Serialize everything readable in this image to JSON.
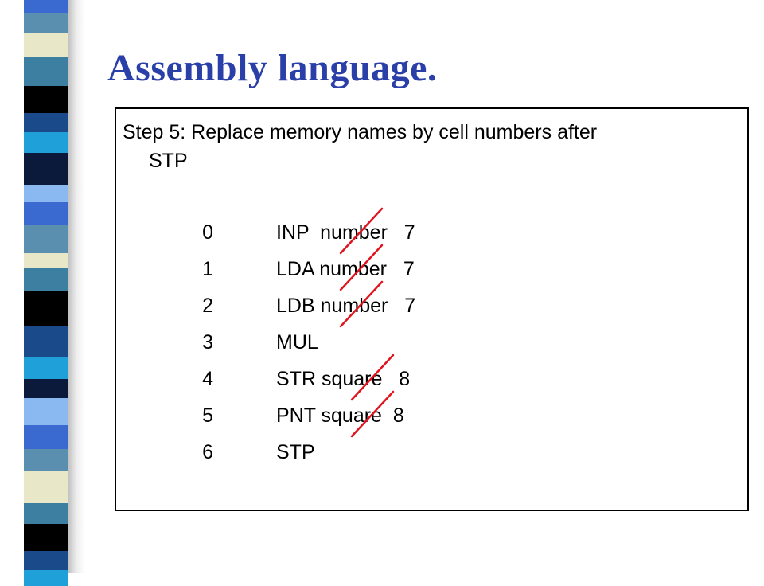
{
  "title": {
    "text": "Assembly language",
    "punct": "."
  },
  "step": {
    "line1": "Step 5: Replace memory names by cell numbers after",
    "line2": "STP"
  },
  "program": [
    {
      "num": "0",
      "op": "INP",
      "name": "number",
      "cell": "7",
      "struck": true
    },
    {
      "num": "1",
      "op": "LDA",
      "name": "number",
      "cell": "7",
      "struck": true
    },
    {
      "num": "2",
      "op": "LDB",
      "name": "number",
      "cell": "7",
      "struck": true
    },
    {
      "num": "3",
      "op": "MUL",
      "name": "",
      "cell": "",
      "struck": false
    },
    {
      "num": "4",
      "op": "STR",
      "name": "square",
      "cell": "8",
      "struck": true
    },
    {
      "num": "5",
      "op": "PNT",
      "name": "square",
      "cell": "8",
      "struck": true
    },
    {
      "num": "6",
      "op": "STP",
      "name": "",
      "cell": "",
      "struck": false
    }
  ],
  "colors": {
    "title": "#2a3fa8",
    "strike": "#e0141e",
    "strip": [
      "#3d7fa0",
      "#1a4a8a",
      "#0b1a3a",
      "#3a6ad0",
      "#e8e8c8",
      "#000000",
      "#20a0d8",
      "#8ab8f0",
      "#5a8fb0"
    ]
  }
}
